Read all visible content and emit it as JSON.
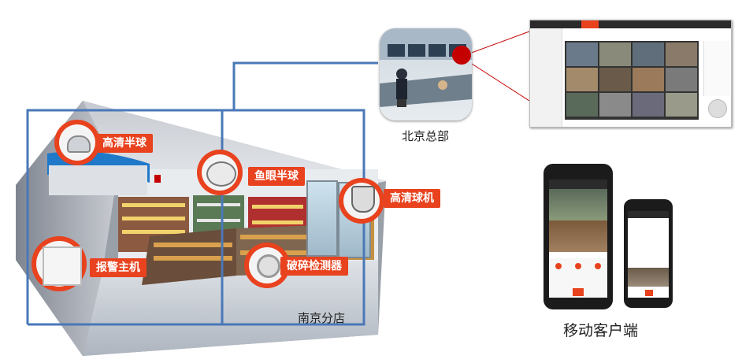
{
  "labels": {
    "hd_dome": "高清半球",
    "fisheye": "鱼眼半球",
    "hd_speed_dome": "高清球机",
    "alarm_host": "报警主机",
    "glass_break": "破碎检测器"
  },
  "captions": {
    "hq": "北京总部",
    "branch": "南京分店",
    "mobile": "移动客户端"
  },
  "colors": {
    "accent": "#e8421e",
    "line": "#4a78b8",
    "dark_red": "#c40000"
  }
}
